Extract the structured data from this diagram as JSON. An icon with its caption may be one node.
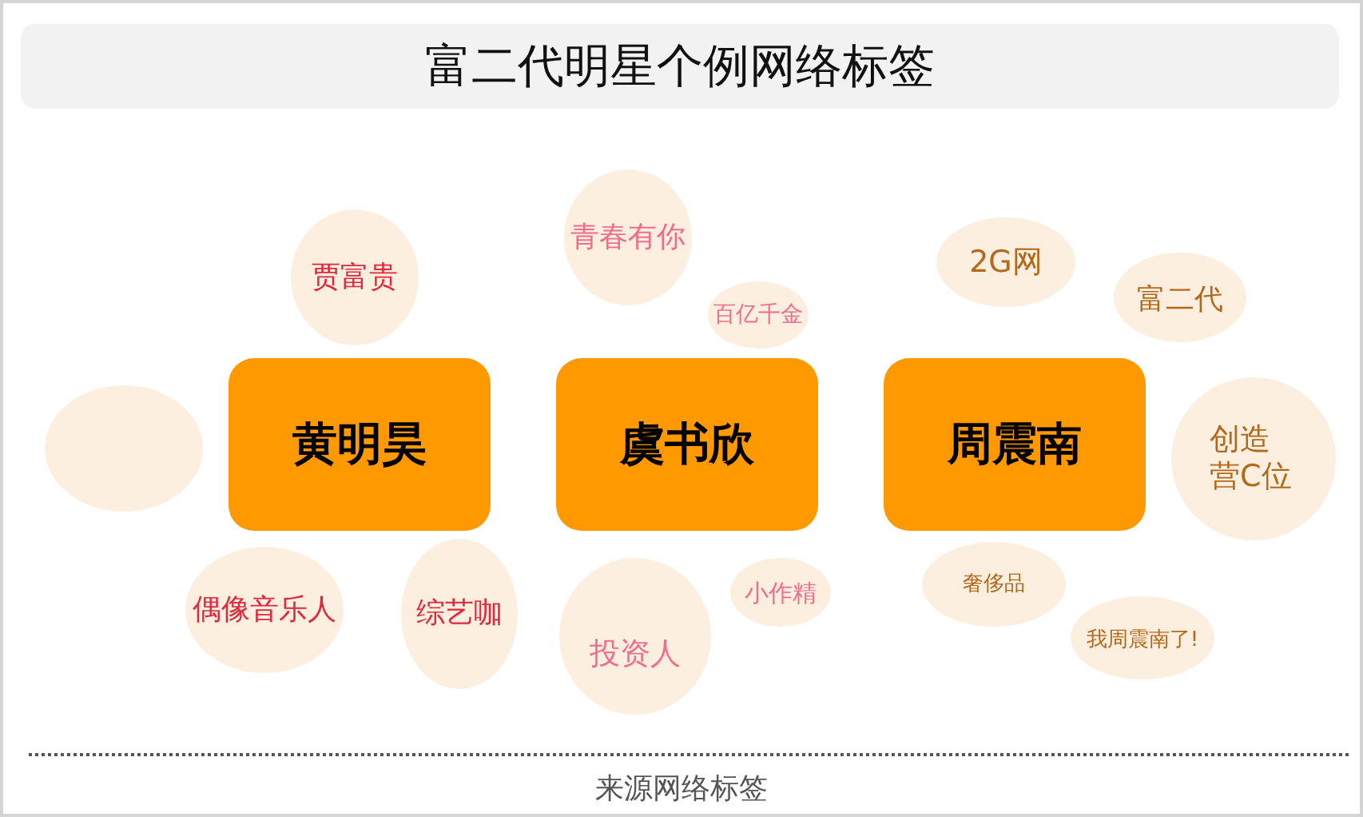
{
  "diagram": {
    "title": "富二代明星个例网络标签",
    "nodes": [
      {
        "text": [
          "贾富贵"
        ]
      },
      {
        "text": [
          "青春有你"
        ]
      },
      {
        "text": [
          "2G网"
        ]
      },
      {
        "text": [
          "富二代"
        ]
      },
      {
        "text": [
          "百亿千金"
        ]
      },
      {
        "text": [],
        "shape": "ellipse"
      },
      {
        "text": [
          "黄明昊"
        ]
      },
      {
        "text": [
          "虞书欣"
        ]
      },
      {
        "text": [
          "周震南"
        ]
      },
      {
        "text": [
          "创造营C位"
        ]
      },
      {
        "text": [
          "偶像音乐人"
        ]
      },
      {
        "text": [
          "综艺咖"
        ]
      },
      {
        "text": [
          "投资人"
        ]
      },
      {
        "text": [
          "小作精"
        ]
      },
      {
        "text": [
          "奢侈品"
        ]
      },
      {
        "text": [
          "我周震南了!"
        ]
      }
    ],
    "caption": "来源网络标签"
  }
}
